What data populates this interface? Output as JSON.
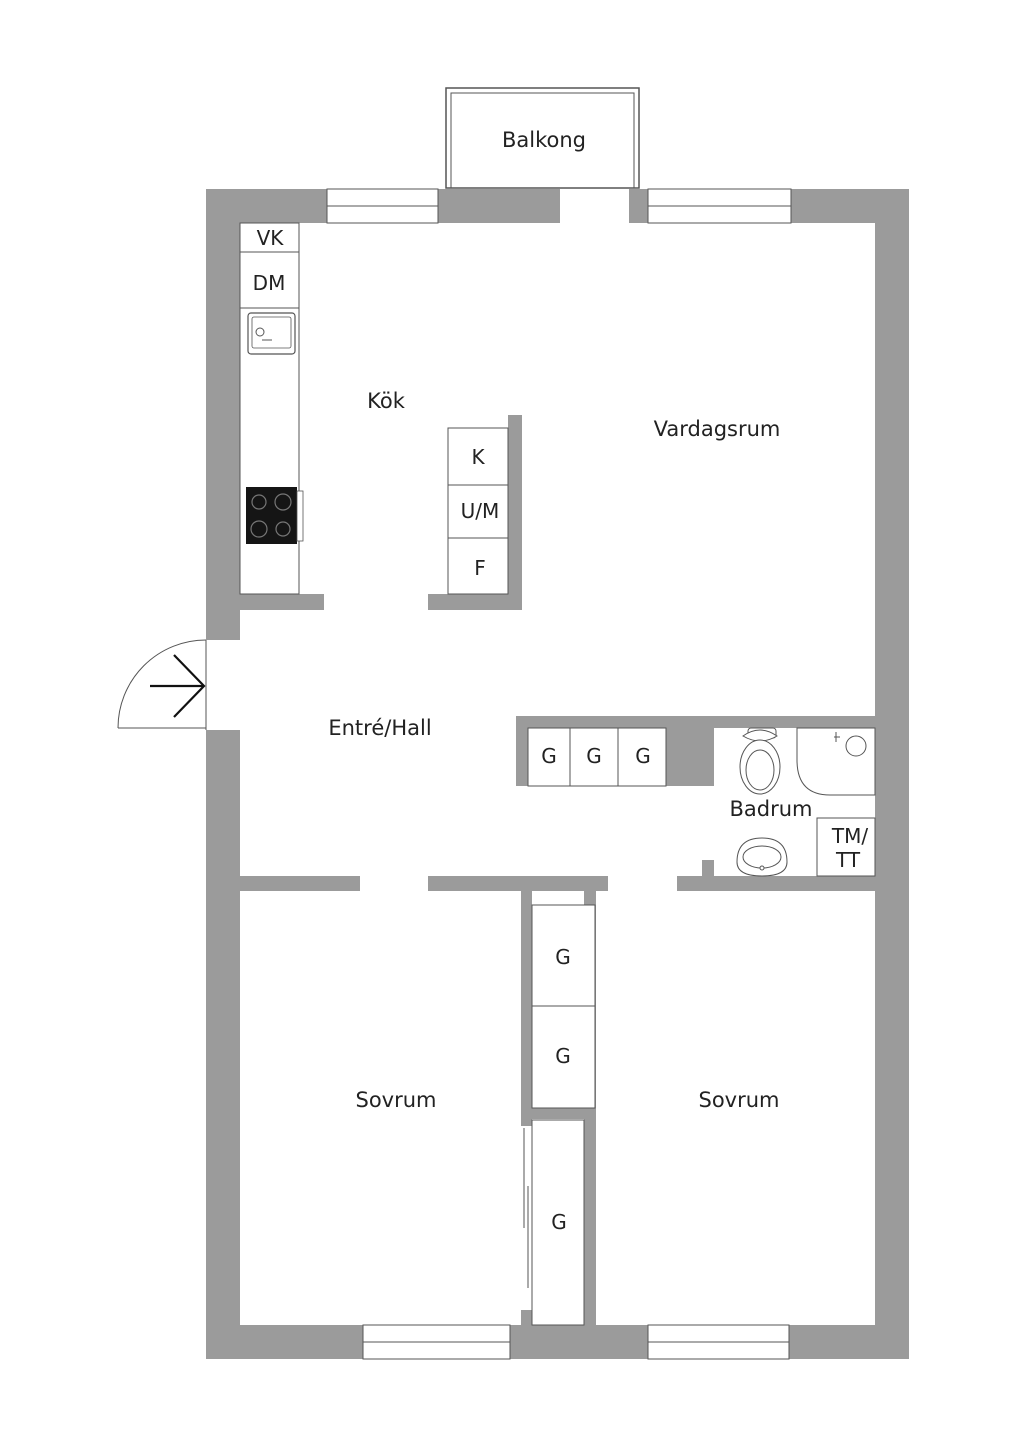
{
  "colors": {
    "wall": "#9b9b9b",
    "line": "#555555",
    "text": "#222222",
    "background": "#ffffff",
    "hob": "#151515"
  },
  "rooms": {
    "balcony": "Balkong",
    "kitchen": "Kök",
    "living": "Vardagsrum",
    "entrance": "Entré/Hall",
    "bathroom": "Badrum",
    "bedroom_left": "Sovrum",
    "bedroom_right": "Sovrum"
  },
  "fixtures": {
    "freezer_wall": "VK",
    "dishwasher": "DM",
    "fridge": "K",
    "combo": "U/M",
    "freezer": "F",
    "wardrobe": "G",
    "washer_dryer_line1": "TM/",
    "washer_dryer_line2": "TT"
  },
  "icons": [
    "entrance-arrow-icon",
    "sink-icon",
    "hob-icon",
    "toilet-icon",
    "washbasin-icon",
    "shower-icon"
  ]
}
